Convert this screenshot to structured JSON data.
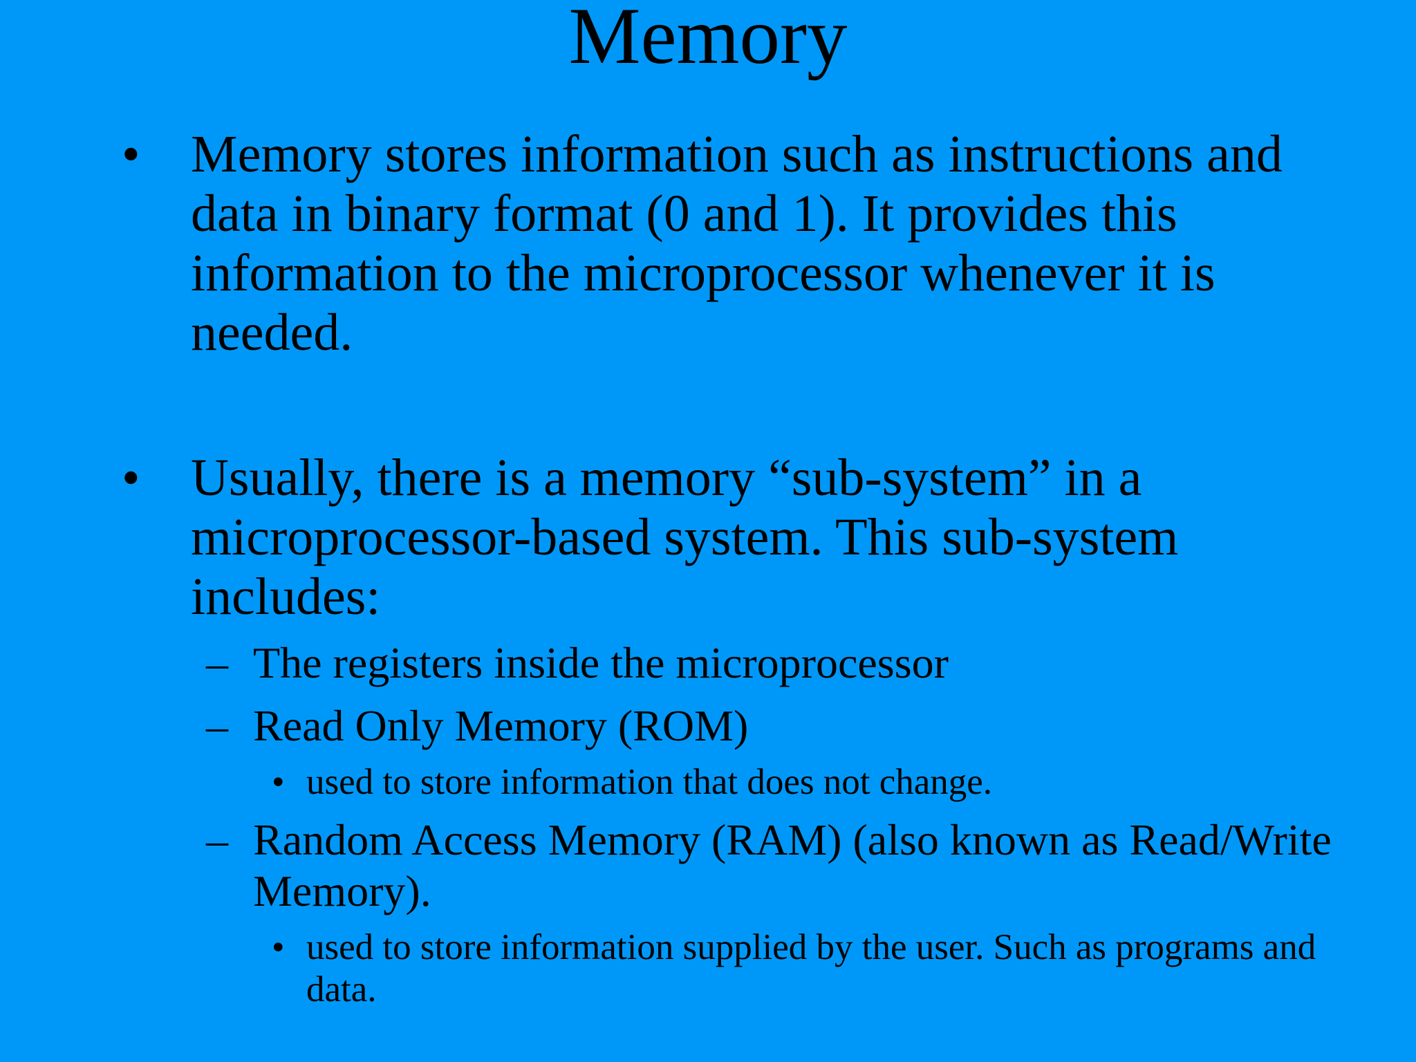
{
  "slide": {
    "title": "Memory",
    "bullets": [
      {
        "marker": "•",
        "text": "Memory stores information such as instructions and data in binary format (0 and 1). It provides this information to the microprocessor whenever it is needed."
      },
      {
        "marker": "•",
        "text": "Usually, there is a memory “sub-system” in a microprocessor-based system. This sub-system includes:",
        "subitems": [
          {
            "marker": "–",
            "text": "The registers inside the microprocessor"
          },
          {
            "marker": "–",
            "text": "Read Only Memory (ROM)",
            "subitems": [
              {
                "marker": "•",
                "text": "used to store information that does not change."
              }
            ]
          },
          {
            "marker": "–",
            "text": "Random Access Memory (RAM) (also known as Read/Write Memory).",
            "subitems": [
              {
                "marker": "•",
                "text": "used to store information supplied by the user. Such as programs and data."
              }
            ]
          }
        ]
      }
    ]
  },
  "colors": {
    "background": "#0098F8",
    "text": "#000000"
  }
}
